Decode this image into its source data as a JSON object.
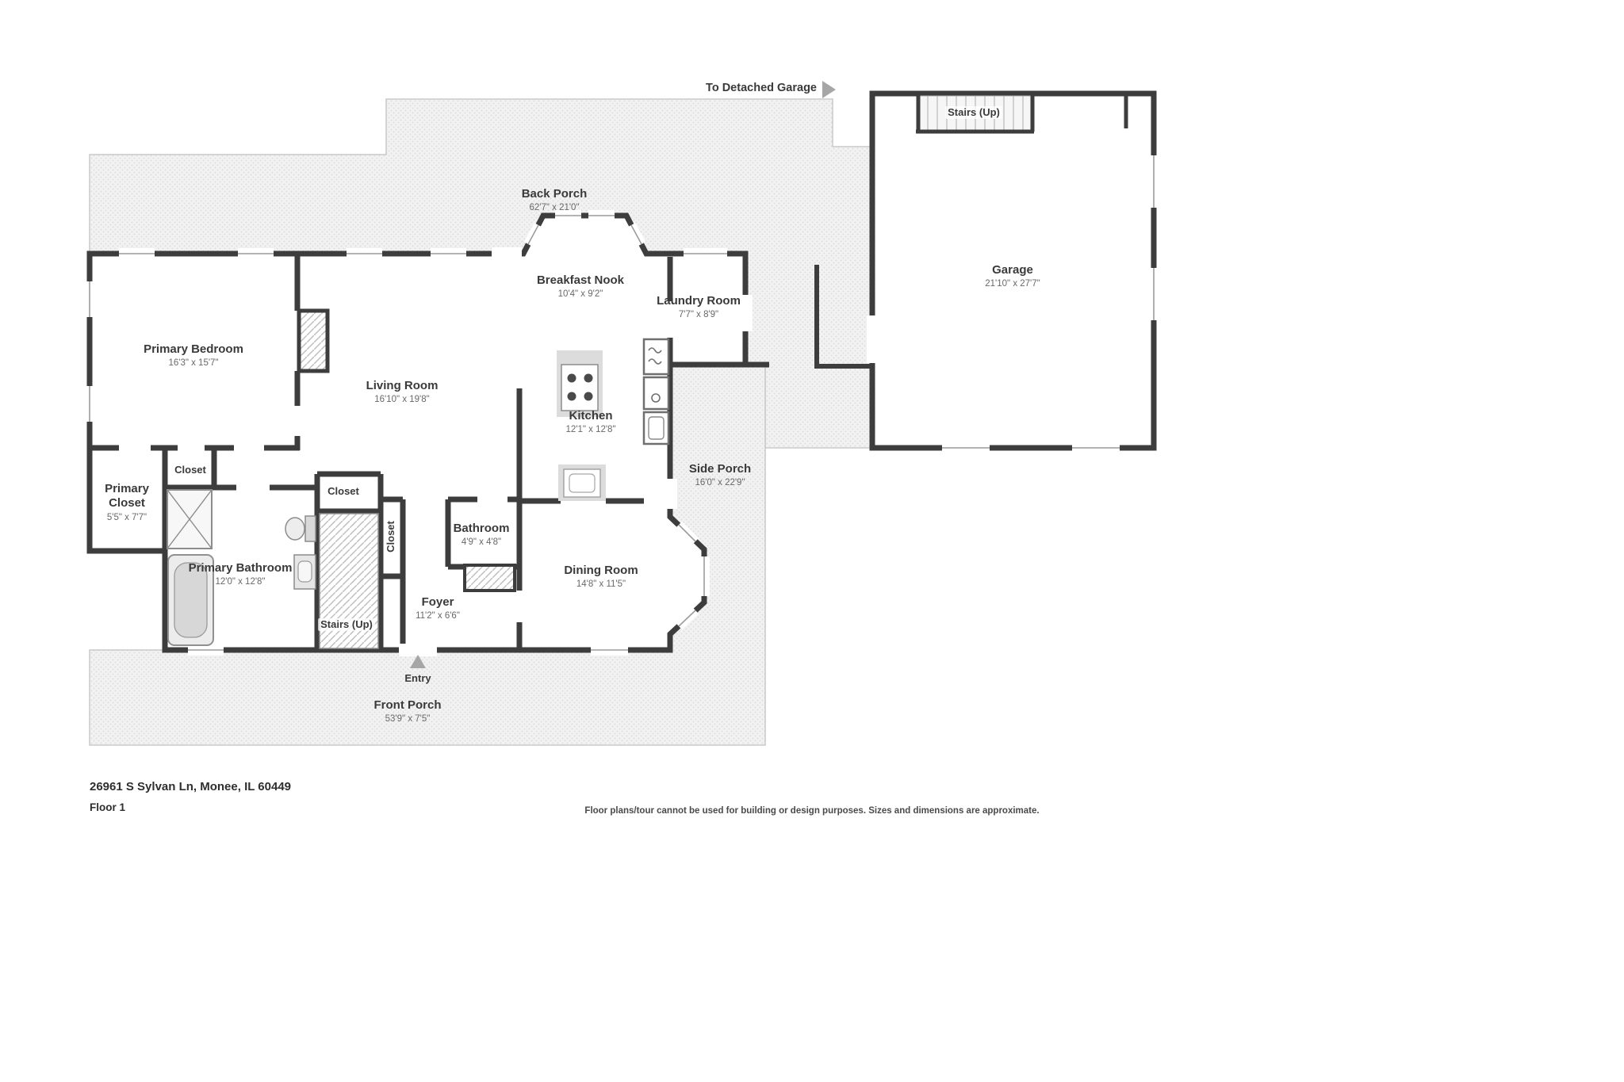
{
  "meta": {
    "address": "26961 S Sylvan Ln, Monee, IL 60449",
    "floor_label": "Floor 1",
    "disclaimer": "Floor plans/tour cannot be used for building or design purposes. Sizes and dimensions are approximate."
  },
  "annotations": {
    "to_detached_garage": "To Detached Garage",
    "entry": "Entry"
  },
  "colors": {
    "wall": "#3d3d3d",
    "porch_dot": "#dddddd",
    "arrow_gray": "#a6a6a6",
    "text_dark": "#3a3a3a",
    "text_dim": "#686868"
  },
  "rooms": {
    "back_porch": {
      "name": "Back Porch",
      "dims": "62'7\" x 21'0\""
    },
    "breakfast_nook": {
      "name": "Breakfast Nook",
      "dims": "10'4\" x 9'2\""
    },
    "laundry_room": {
      "name": "Laundry Room",
      "dims": "7'7\" x 8'9\""
    },
    "garage": {
      "name": "Garage",
      "dims": "21'10\" x 27'7\""
    },
    "garage_stairs": {
      "name": "Stairs (Up)"
    },
    "primary_bedroom": {
      "name": "Primary Bedroom",
      "dims": "16'3\" x 15'7\""
    },
    "living_room": {
      "name": "Living Room",
      "dims": "16'10\" x 19'8\""
    },
    "kitchen": {
      "name": "Kitchen",
      "dims": "12'1\" x 12'8\""
    },
    "side_porch": {
      "name": "Side Porch",
      "dims": "16'0\" x 22'9\""
    },
    "closet_bedroom": {
      "name": "Closet"
    },
    "primary_closet": {
      "name": "Primary Closet",
      "dims": "5'5\" x 7'7\""
    },
    "primary_bathroom": {
      "name": "Primary Bathroom",
      "dims": "12'0\" x 12'8\""
    },
    "closet_hall": {
      "name": "Closet"
    },
    "closet_stairs": {
      "name": "Closet"
    },
    "bathroom": {
      "name": "Bathroom",
      "dims": "4'9\" x 4'8\""
    },
    "foyer": {
      "name": "Foyer",
      "dims": "11'2\" x 6'6\""
    },
    "stairs_up": {
      "name": "Stairs (Up)"
    },
    "dining_room": {
      "name": "Dining Room",
      "dims": "14'8\" x 11'5\""
    },
    "front_porch": {
      "name": "Front Porch",
      "dims": "53'9\" x 7'5\""
    }
  }
}
